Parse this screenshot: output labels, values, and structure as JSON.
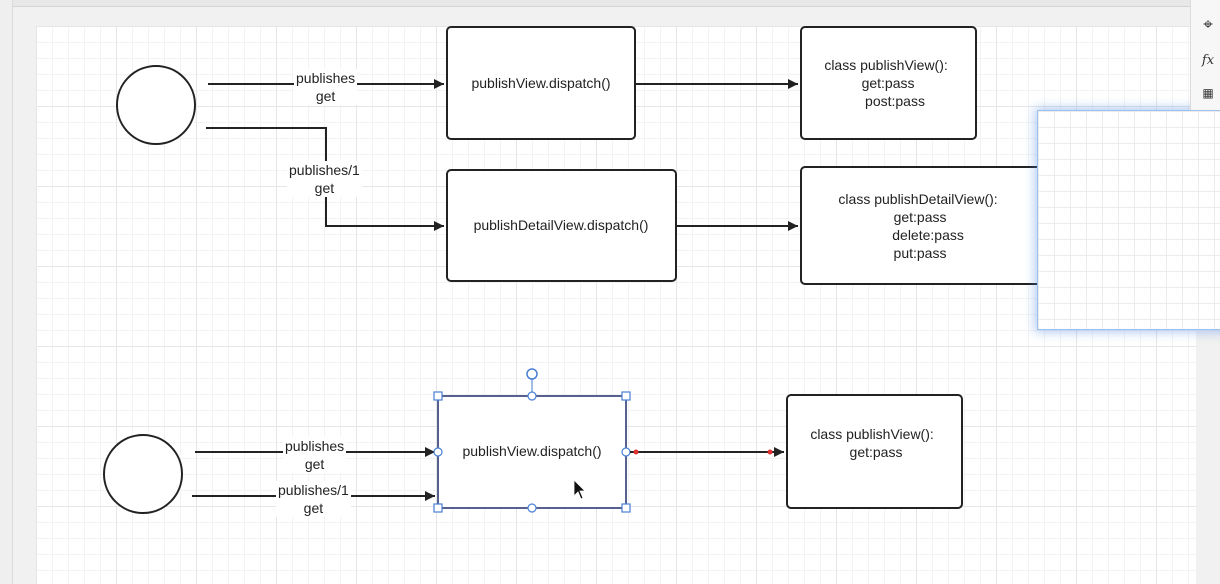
{
  "diagram": {
    "top": {
      "edge1_label": [
        "publishes",
        "get"
      ],
      "edge2_label": [
        "publishes/1",
        "get"
      ],
      "box1": "publishView.dispatch()",
      "box2": "publishDetailView.dispatch()",
      "class1": [
        "class publishView():",
        "get:pass",
        "post:pass"
      ],
      "class2": [
        "class publishDetailView():",
        "get:pass",
        "delete:pass",
        "put:pass"
      ]
    },
    "bottom": {
      "edge1_label": [
        "publishes",
        "get"
      ],
      "edge2_label": [
        "publishes/1",
        "get"
      ],
      "box1": "publishView.dispatch()",
      "class1": [
        "class publishView():",
        "get:pass"
      ]
    }
  },
  "colors": {
    "selection": "#1f2d6b",
    "handle": "#4a7fd4",
    "connection_point": "#e03030"
  },
  "icons": [
    "crosshair-icon",
    "formula-icon",
    "toolbar-extra-icon"
  ]
}
